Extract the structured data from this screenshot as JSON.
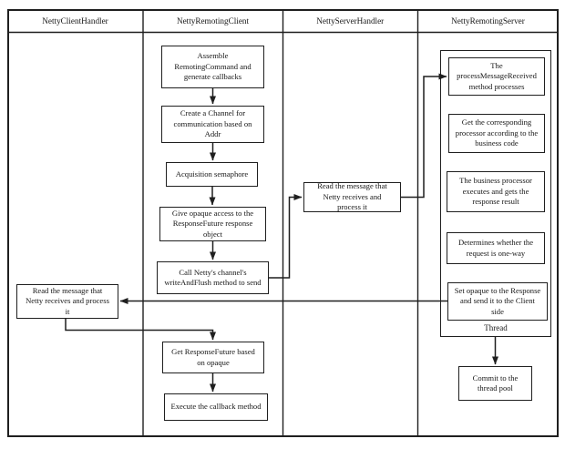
{
  "diagram": {
    "type": "swimlane-flowchart",
    "colors": {
      "line": "#1f1f1f",
      "background": "#ffffff",
      "text": "#161616"
    },
    "lanes": [
      {
        "id": "netty-client-handler",
        "label": "NettyClientHandler"
      },
      {
        "id": "netty-remoting-client",
        "label": "NettyRemotingClient"
      },
      {
        "id": "netty-server-handler",
        "label": "NettyServerHandler"
      },
      {
        "id": "netty-remoting-server",
        "label": "NettyRemotingServer"
      }
    ],
    "nodes": {
      "assemble": "Assemble\nRemotingCommand and\ngenerate callbacks",
      "create_channel": "Create a Channel for\ncommunication based on\nAddr",
      "acquire_semaphore": "Acquisition semaphore",
      "give_opaque": "Give opaque access to the\nResponseFuture response\nobject",
      "write_flush": "Call Netty's channel's\nwriteAndFlush method to send",
      "get_response_future": "Get ResponseFuture based\non opaque",
      "execute_callback": "Execute the callback method",
      "server_read": "Read the message that\nNetty receives and\nprocess it",
      "client_read": "Read the message that\nNetty receives and process\nit",
      "process_message": "The\nprocessMessageReceived\nmethod processes",
      "get_processor": "Get the corresponding\nprocessor according to the\nbusiness code",
      "business_processor": "The business processor\nexecutes and gets the\nresponse result",
      "determine_oneway": "Determines whether the\nrequest is one-way",
      "set_opaque": "Set opaque to the Response\nand send it to the Client\nside",
      "thread_label": "Thread",
      "commit_pool": "Commit to the\nthread pool"
    },
    "edges": [
      {
        "from": "assemble",
        "to": "create_channel"
      },
      {
        "from": "create_channel",
        "to": "acquire_semaphore"
      },
      {
        "from": "acquire_semaphore",
        "to": "give_opaque"
      },
      {
        "from": "give_opaque",
        "to": "write_flush"
      },
      {
        "from": "write_flush",
        "to": "server_read"
      },
      {
        "from": "server_read",
        "to": "process_message"
      },
      {
        "from": "set_opaque",
        "to": "client_read"
      },
      {
        "from": "client_read",
        "to": "get_response_future"
      },
      {
        "from": "get_response_future",
        "to": "execute_callback"
      },
      {
        "from": "thread_container",
        "to": "commit_pool"
      }
    ]
  }
}
